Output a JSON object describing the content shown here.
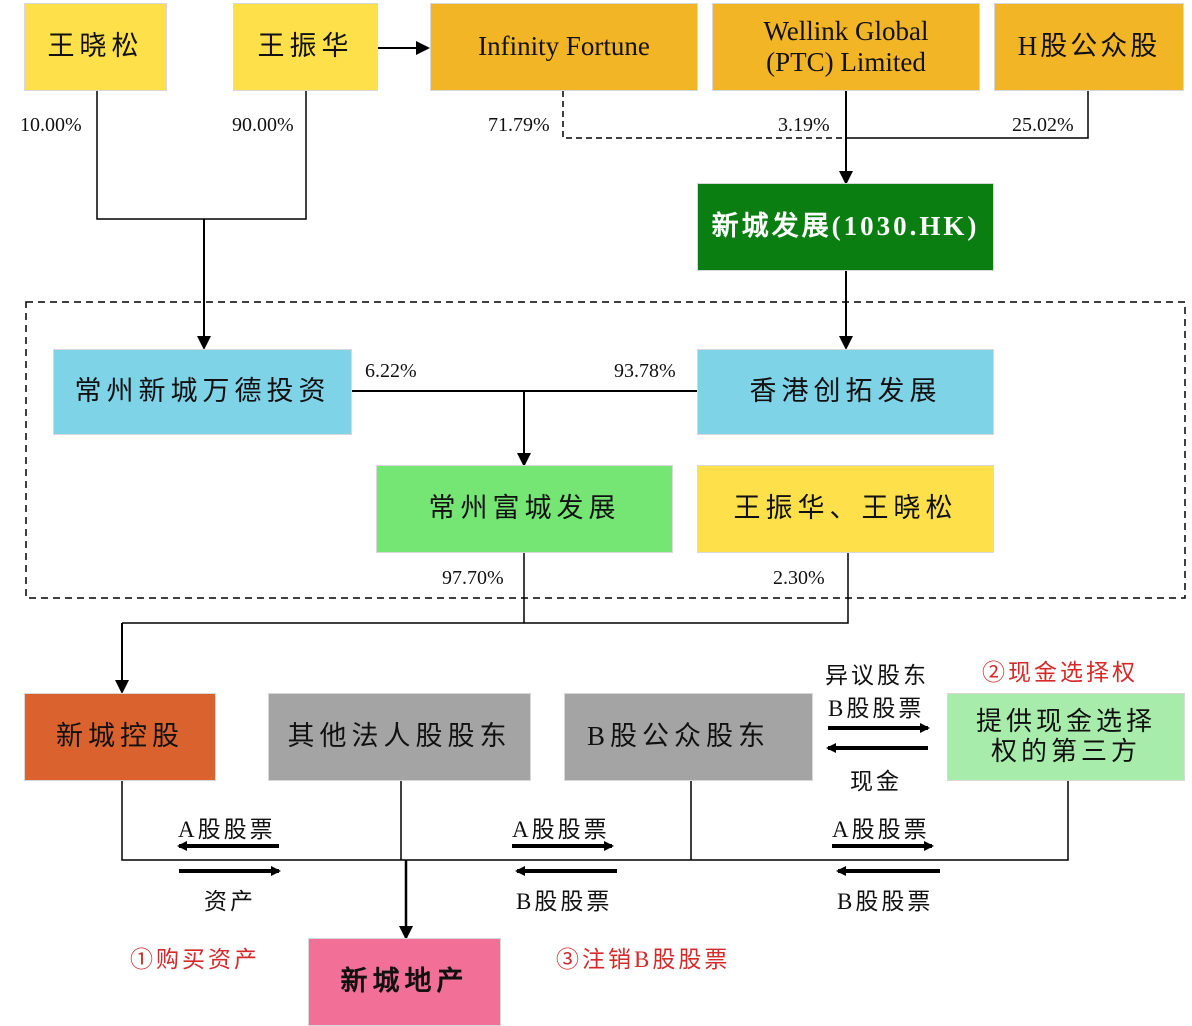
{
  "diagram": {
    "top_row": {
      "wang_xiaosong": "王晓松",
      "wang_zhenhua": "王振华",
      "infinity_fortune": "Infinity Fortune",
      "wellink": "Wellink Global (PTC) Limited",
      "h_public": "H股公众股"
    },
    "percentages": {
      "wxs_share": "10.00%",
      "wzh_share": "90.00%",
      "infinity_share": "71.79%",
      "wellink_share": "3.19%",
      "h_share": "25.02%",
      "wande_share": "6.22%",
      "hk_share": "93.78%",
      "fucheng_share": "97.70%",
      "wang_both_share": "2.30%"
    },
    "middle": {
      "xincheng_dev": "新城发展(1030.HK)",
      "wande": "常州新城万德投资",
      "hk_chuangtuo": "香港创拓发展",
      "fucheng": "常州富城发展",
      "wang_both": "王振华、王晓松"
    },
    "bottom": {
      "xincheng_holding": "新城控股",
      "other_legal": "其他法人股股东",
      "b_public": "B股公众股东",
      "third_party": "提供现金选择权的第三方",
      "xincheng_realestate": "新城地产"
    },
    "flows": {
      "a_shares_1": "A股股票",
      "assets": "资产",
      "a_shares_2": "A股股票",
      "b_shares_2": "B股股票",
      "a_shares_3": "A股股票",
      "b_shares_3": "B股股票",
      "dissent": "异议股东",
      "b_shares_dissent": "B股股票",
      "cash": "现金"
    },
    "steps": {
      "step1": "①购买资产",
      "step2": "②现金选择权",
      "step3": "③注销B股股票"
    }
  }
}
